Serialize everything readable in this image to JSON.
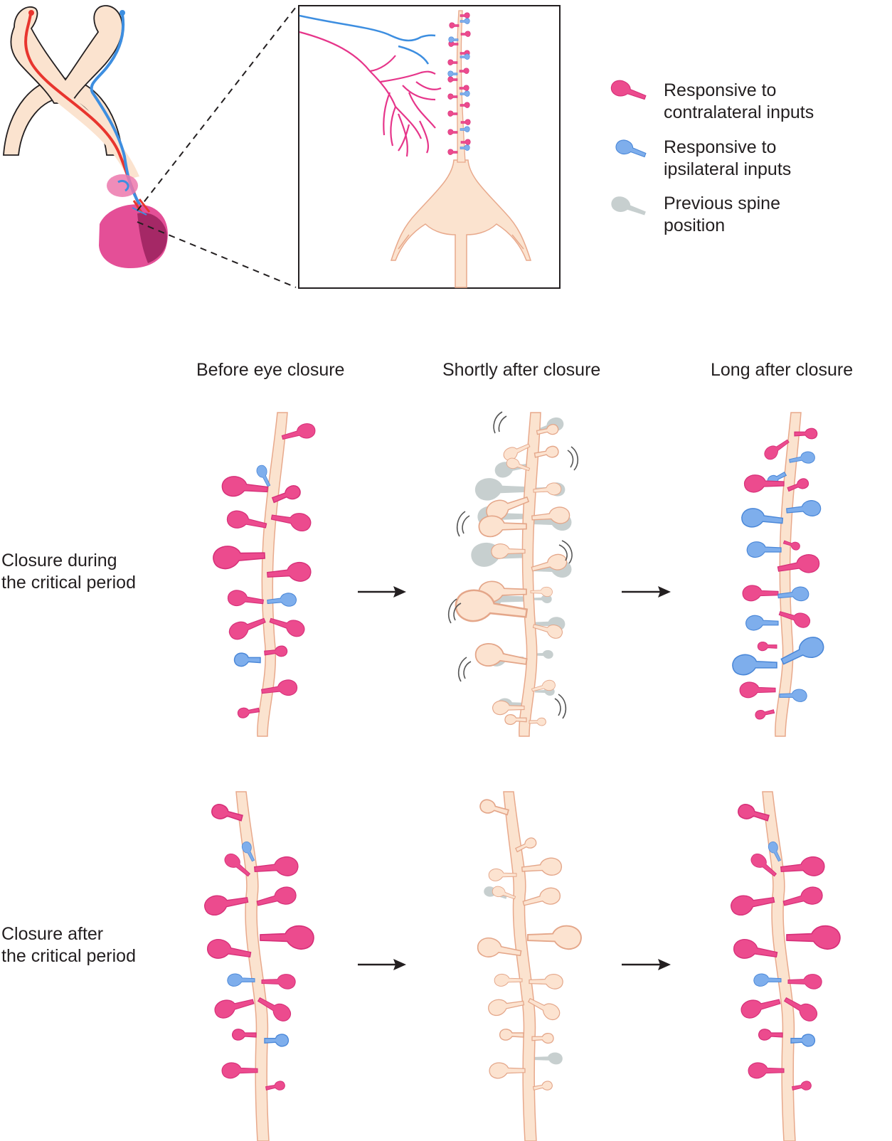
{
  "legend": {
    "items": [
      {
        "line1": "Responsive to",
        "line2": "contralateral inputs",
        "icon": "pink-spine-icon",
        "color": "#e83e8c"
      },
      {
        "line1": "Responsive to",
        "line2": "ipsilateral inputs",
        "icon": "blue-spine-icon",
        "color": "#6ea3e8"
      },
      {
        "line1": "Previous spine",
        "line2": "position",
        "icon": "gray-spine-icon",
        "color": "#c9d0d0"
      }
    ]
  },
  "columns": {
    "before": "Before eye closure",
    "shortly": "Shortly after closure",
    "long": "Long after closure"
  },
  "rows": {
    "during": {
      "line1": "Closure during",
      "line2": "the critical period"
    },
    "after": {
      "line1": "Closure after",
      "line2": "the critical period"
    }
  },
  "colors": {
    "contralateral": "#e83e8c",
    "ipsilateral": "#6ea3e8",
    "previous": "#c9d0d0",
    "neuron": "#fbe0cc",
    "neuron_outline": "#e8a98c",
    "optic_red": "#e8352e",
    "optic_blue": "#3d8ee0"
  }
}
